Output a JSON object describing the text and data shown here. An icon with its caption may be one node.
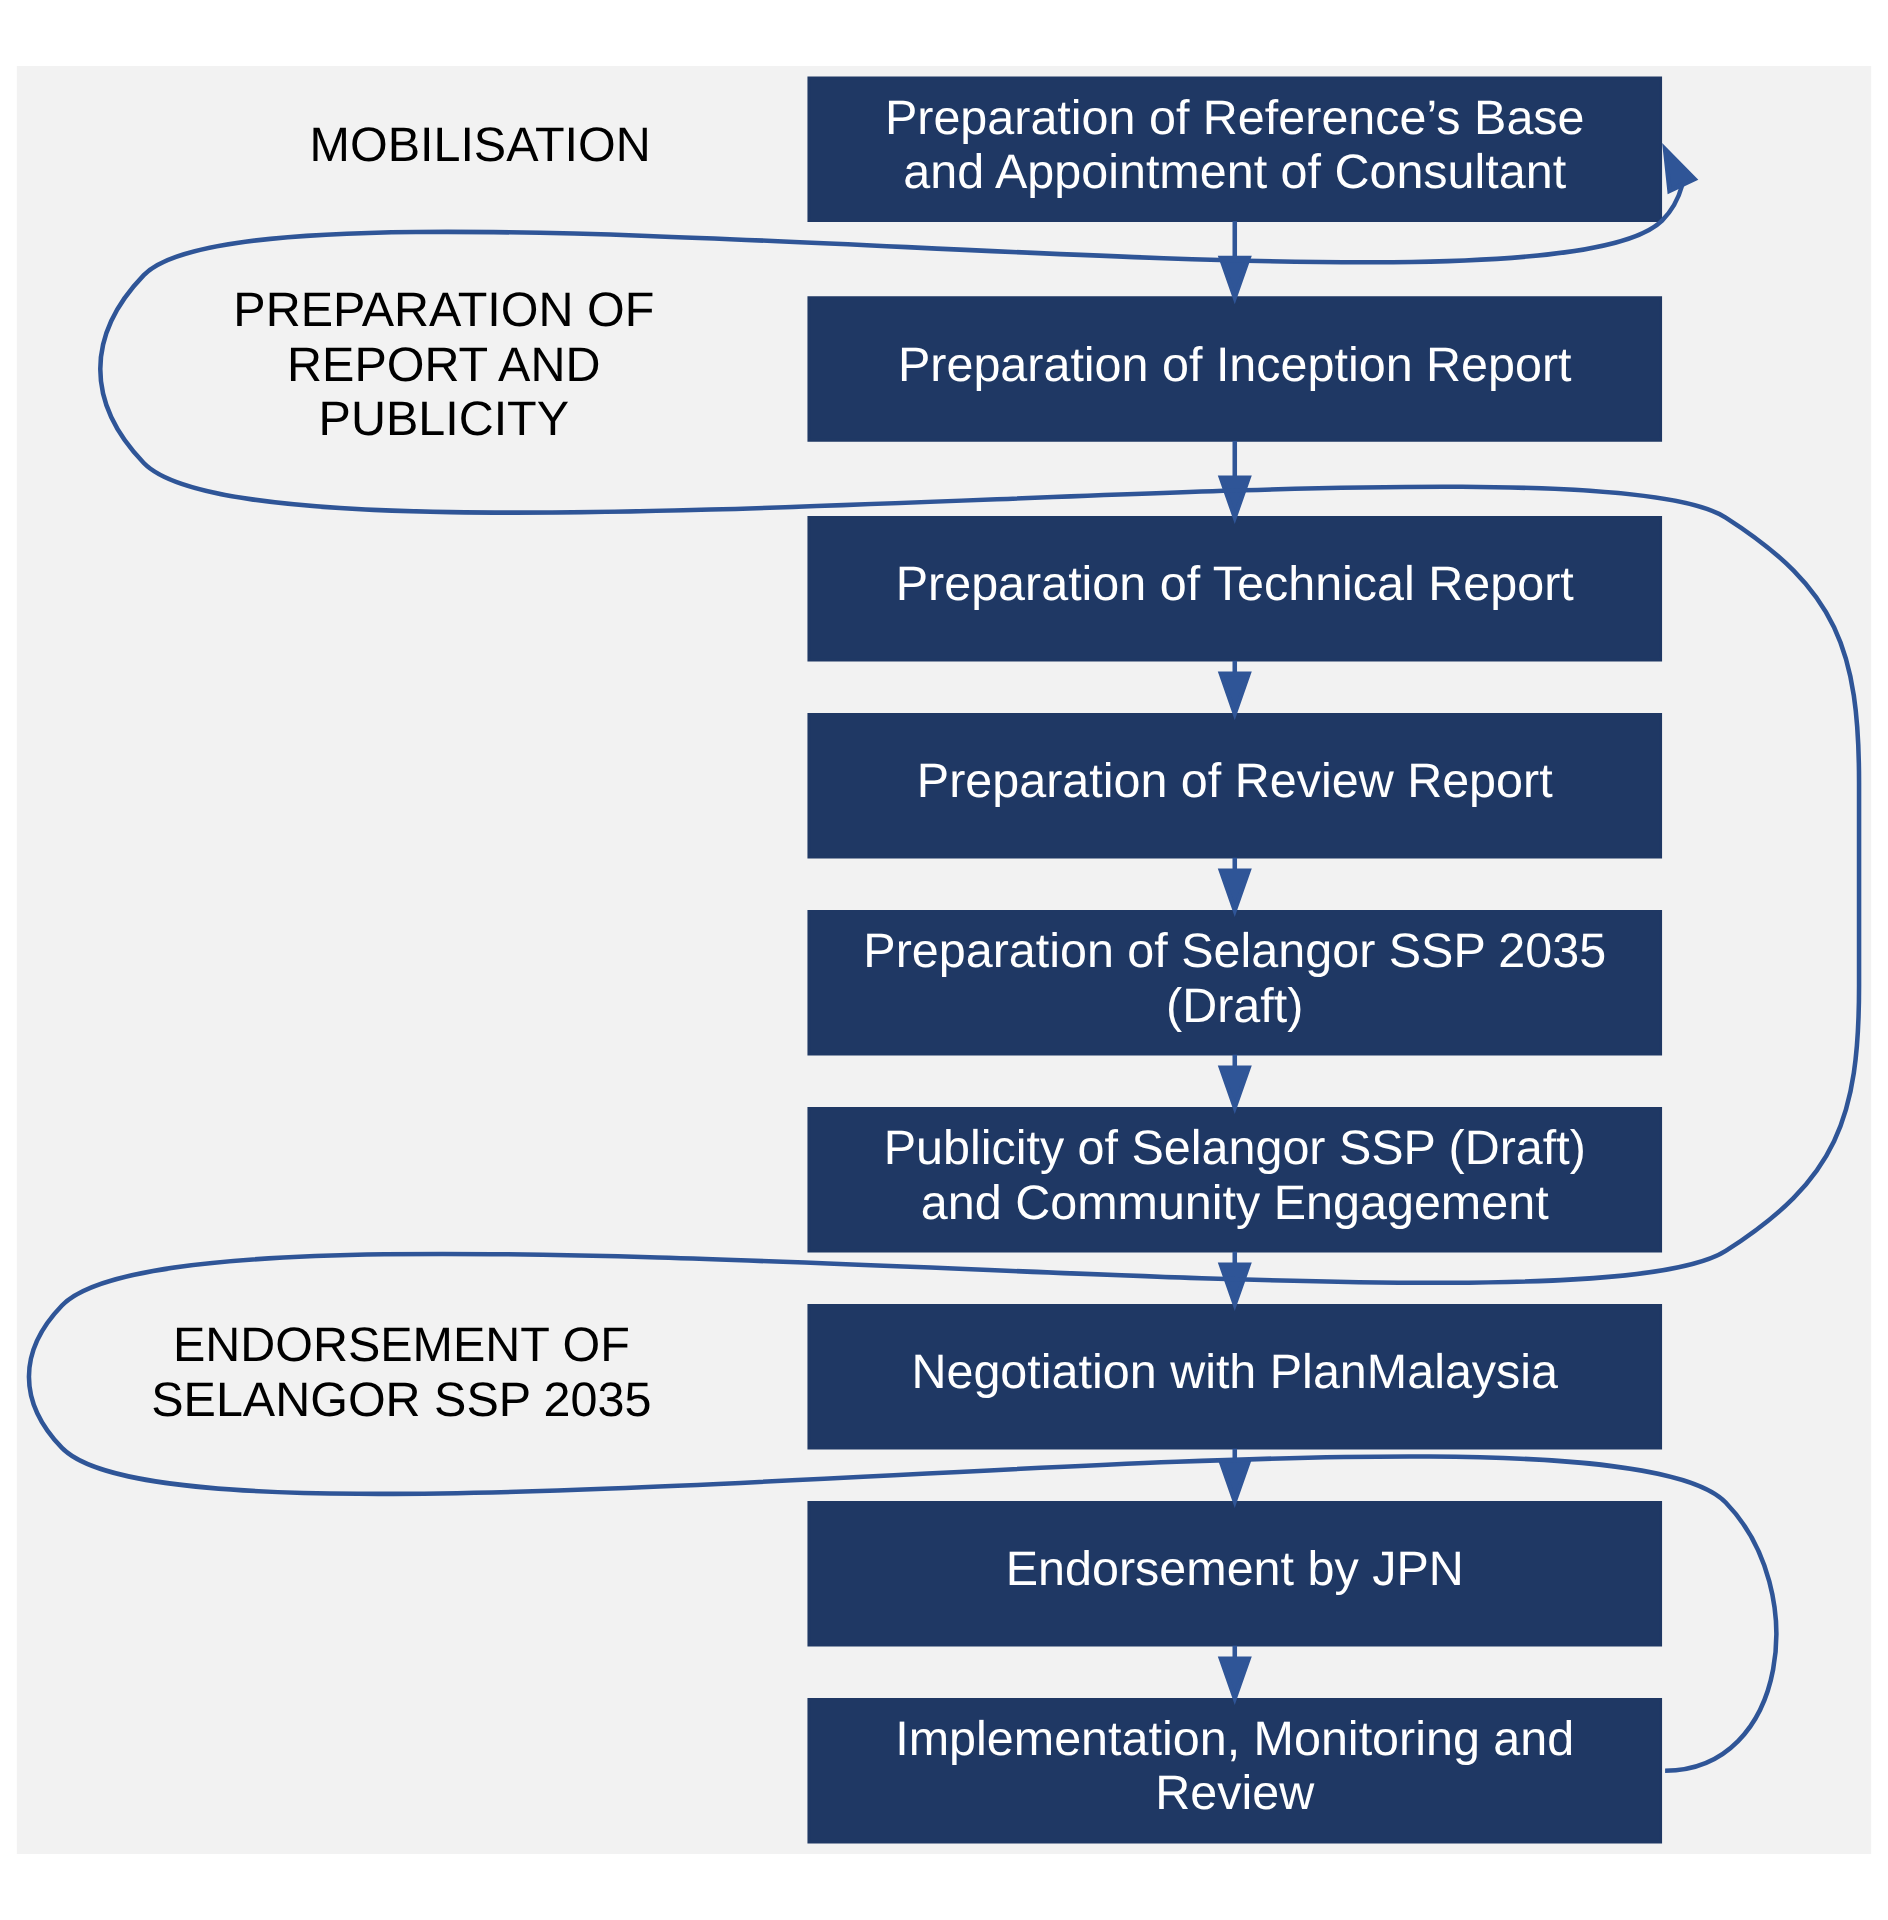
{
  "diagram": {
    "nodes": [
      {
        "text": [
          "Preparation of Reference’s Base and Appointment of Consultant"
        ]
      },
      {
        "text": [
          "Preparation of Inception Report"
        ]
      },
      {
        "text": [
          "Preparation of Technical Report"
        ]
      },
      {
        "text": [
          "Preparation of Review Report"
        ]
      },
      {
        "text": [
          "Preparation of Selangor SSP 2035 (Draft)"
        ]
      },
      {
        "text": [
          "Publicity of Selangor SSP (Draft) and Community Engagement"
        ]
      },
      {
        "text": [
          "Negotiation with PlanMalaysia"
        ]
      },
      {
        "text": [
          "Endorsement by JPN"
        ]
      },
      {
        "text": [
          "Implementation, Monitoring and Review"
        ]
      }
    ],
    "edges": [
      {
        "from": 0,
        "to": 1,
        "arrow": "to"
      },
      {
        "from": 1,
        "to": 2,
        "arrow": "to"
      },
      {
        "from": 2,
        "to": 3,
        "arrow": "to"
      },
      {
        "from": 3,
        "to": 4,
        "arrow": "to"
      },
      {
        "from": 4,
        "to": 5,
        "arrow": "to"
      },
      {
        "from": 5,
        "to": 6,
        "arrow": "to"
      },
      {
        "from": 6,
        "to": 7,
        "arrow": "to"
      },
      {
        "from": 7,
        "to": 8,
        "arrow": "to"
      },
      {
        "from": 8,
        "to": 0,
        "arrow": "to"
      }
    ],
    "labels": [
      "MOBILISATION",
      "PREPARATION OF REPORT AND PUBLICITY",
      "ENDORSEMENT OF SELANGOR SSP 2035"
    ]
  }
}
